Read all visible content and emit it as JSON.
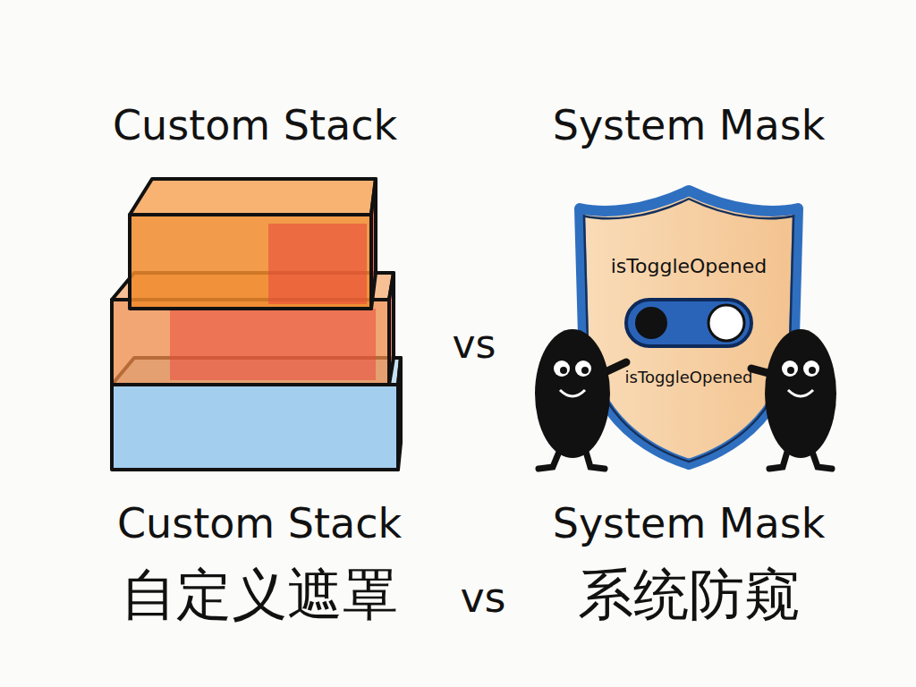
{
  "diagram": {
    "nodes": [
      {
        "text": [
          "isToggleOpened",
          "isToggleOpened"
        ]
      }
    ],
    "labels": [
      "Custom Stack",
      "System Mask",
      "vs",
      "Custom Stack",
      "System Mask",
      "自定义遮罩",
      "vs",
      "系统防窥"
    ]
  }
}
